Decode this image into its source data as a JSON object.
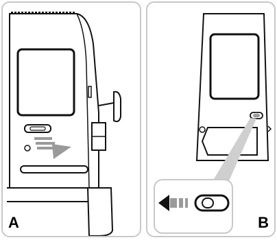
{
  "panels": [
    {
      "label": "A",
      "description_icon": "rear-door-handle-pull-arrow"
    },
    {
      "label": "B",
      "description_icon": "door-latch-button-arrow-left"
    }
  ],
  "colors": {
    "outline": "#111111",
    "panel_border": "#c8c8c8",
    "arrow_gray": "#9a9a9a",
    "callout_gray": "#cfcfcf",
    "background": "#ffffff"
  }
}
